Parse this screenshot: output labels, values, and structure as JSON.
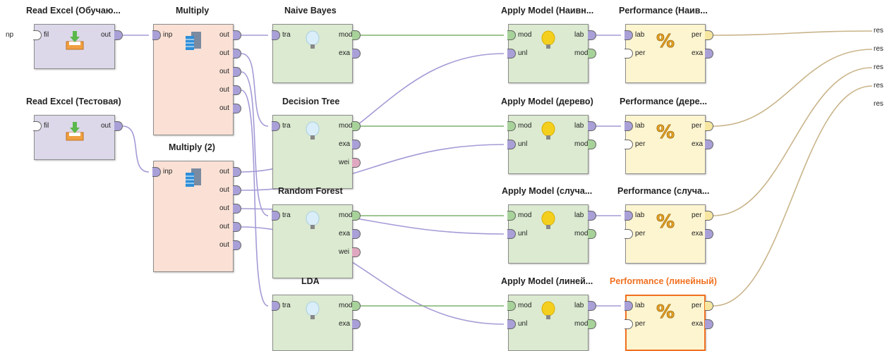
{
  "process": {
    "left_port_label": "np",
    "result_labels": [
      "res",
      "res",
      "res",
      "res",
      "res"
    ],
    "operators": [
      {
        "id": "read1",
        "title": "Read Excel (Обучаю...",
        "type": "read",
        "in": [
          "fil"
        ],
        "out": [
          "out"
        ],
        "icon": "excel-import-icon"
      },
      {
        "id": "read2",
        "title": "Read Excel (Тестовая)",
        "type": "read",
        "in": [
          "fil"
        ],
        "out": [
          "out"
        ],
        "icon": "excel-import-icon"
      },
      {
        "id": "mult1",
        "title": "Multiply",
        "type": "mult",
        "in": [
          "inp"
        ],
        "out": [
          "out",
          "out",
          "out",
          "out",
          "out"
        ],
        "icon": "multiply-icon"
      },
      {
        "id": "mult2",
        "title": "Multiply (2)",
        "type": "mult",
        "in": [
          "inp"
        ],
        "out": [
          "out",
          "out",
          "out",
          "out",
          "out"
        ],
        "icon": "multiply-icon"
      },
      {
        "id": "nb",
        "title": "Naive Bayes",
        "type": "learn",
        "in": [
          "tra"
        ],
        "out": [
          "mod",
          "exa"
        ],
        "icon": "learner-bulb-icon"
      },
      {
        "id": "dt",
        "title": "Decision Tree",
        "type": "learn",
        "in": [
          "tra"
        ],
        "out": [
          "mod",
          "exa",
          "wei"
        ],
        "icon": "learner-bulb-icon"
      },
      {
        "id": "rf",
        "title": "Random Forest",
        "type": "learn",
        "in": [
          "tra"
        ],
        "out": [
          "mod",
          "exa",
          "wei"
        ],
        "icon": "learner-bulb-icon"
      },
      {
        "id": "lda",
        "title": "LDA",
        "type": "learn",
        "in": [
          "tra"
        ],
        "out": [
          "mod",
          "exa"
        ],
        "icon": "learner-bulb-icon"
      },
      {
        "id": "am1",
        "title": "Apply Model (Наивн...",
        "type": "learn",
        "in": [
          "mod",
          "unl"
        ],
        "out": [
          "lab",
          "mod"
        ],
        "icon": "apply-bulb-icon"
      },
      {
        "id": "am2",
        "title": "Apply Model (дерево)",
        "type": "learn",
        "in": [
          "mod",
          "unl"
        ],
        "out": [
          "lab",
          "mod"
        ],
        "icon": "apply-bulb-icon"
      },
      {
        "id": "am3",
        "title": "Apply Model (случа...",
        "type": "learn",
        "in": [
          "mod",
          "unl"
        ],
        "out": [
          "lab",
          "mod"
        ],
        "icon": "apply-bulb-icon"
      },
      {
        "id": "am4",
        "title": "Apply Model (линей...",
        "type": "learn",
        "in": [
          "mod",
          "unl"
        ],
        "out": [
          "lab",
          "mod"
        ],
        "icon": "apply-bulb-icon"
      },
      {
        "id": "pf1",
        "title": "Performance (Наив...",
        "type": "perf",
        "in": [
          "lab",
          "per"
        ],
        "out": [
          "per",
          "exa"
        ],
        "icon": "percent-icon"
      },
      {
        "id": "pf2",
        "title": "Performance (дере...",
        "type": "perf",
        "in": [
          "lab",
          "per"
        ],
        "out": [
          "per",
          "exa"
        ],
        "icon": "percent-icon"
      },
      {
        "id": "pf3",
        "title": "Performance (случа...",
        "type": "perf",
        "in": [
          "lab",
          "per"
        ],
        "out": [
          "per",
          "exa"
        ],
        "icon": "percent-icon"
      },
      {
        "id": "pf4",
        "title": "Performance (линейный)",
        "type": "perf",
        "in": [
          "lab",
          "per"
        ],
        "out": [
          "per",
          "exa"
        ],
        "icon": "percent-icon",
        "selected": true
      }
    ]
  },
  "colors": {
    "wire_data": "#a59ad6",
    "wire_model": "#7fb26d",
    "wire_perf": "#c9b48a",
    "selected": "#f07020"
  }
}
